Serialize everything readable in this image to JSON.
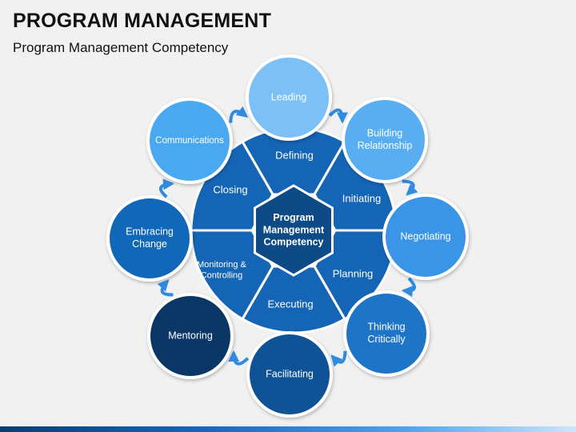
{
  "title": "PROGRAM MANAGEMENT",
  "subtitle": "Program Management Competency",
  "center": {
    "lines": [
      "Program",
      "Management",
      "Competency"
    ]
  },
  "segments": [
    {
      "key": "defining",
      "lines": [
        "Defining"
      ]
    },
    {
      "key": "initiating",
      "lines": [
        "Initiating"
      ]
    },
    {
      "key": "planning",
      "lines": [
        "Planning"
      ]
    },
    {
      "key": "executing",
      "lines": [
        "Executing"
      ]
    },
    {
      "key": "monitoring",
      "lines": [
        "Monitoring &",
        "Controlling"
      ]
    },
    {
      "key": "closing",
      "lines": [
        "Closing"
      ]
    }
  ],
  "circles": [
    {
      "key": "leading",
      "lines": [
        "Leading"
      ],
      "color": "#7cc0f5"
    },
    {
      "key": "building-relationship",
      "lines": [
        "Building",
        "Relationship"
      ],
      "color": "#58aef1"
    },
    {
      "key": "negotiating",
      "lines": [
        "Negotiating"
      ],
      "color": "#3b95e6"
    },
    {
      "key": "thinking-critically",
      "lines": [
        "Thinking",
        "Critically"
      ],
      "color": "#1e75c8"
    },
    {
      "key": "facilitating",
      "lines": [
        "Facilitating"
      ],
      "color": "#0f5296"
    },
    {
      "key": "mentoring",
      "lines": [
        "Mentoring"
      ],
      "color": "#0b3766"
    },
    {
      "key": "embracing-change",
      "lines": [
        "Embracing",
        "Change"
      ],
      "color": "#1268b8"
    },
    {
      "key": "communications",
      "lines": [
        "Communications"
      ],
      "color": "#4aa8f0"
    }
  ],
  "colors": {
    "segment": "#1565b7",
    "center": "#0e4a86",
    "arrow": "#2f8be0",
    "bottom_bar_start": "#0b3c73",
    "bottom_bar_end": "#cfe6fb"
  }
}
